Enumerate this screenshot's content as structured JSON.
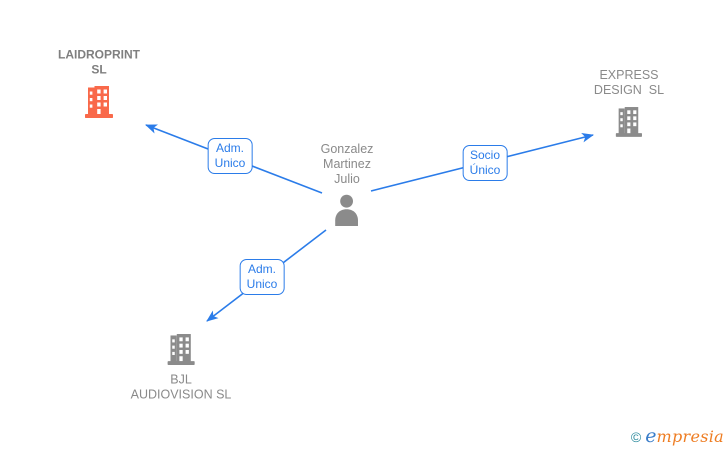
{
  "diagram": {
    "person": {
      "name": "Gonzalez\nMartinez\nJulio"
    },
    "companies": [
      {
        "name": "LAIDROPRINT\nSL",
        "emphasis": true,
        "icon": "building-icon",
        "icon_color": "#f9694a"
      },
      {
        "name": "EXPRESS\nDESIGN  SL",
        "emphasis": false,
        "icon": "building-icon",
        "icon_color": "#8b8b8b"
      },
      {
        "name": "BJL\nAUDIOVISION SL",
        "emphasis": false,
        "icon": "building-icon",
        "icon_color": "#8b8b8b"
      }
    ],
    "relationships": [
      {
        "label": "Adm.\nUnico",
        "from": "Gonzalez Martinez Julio",
        "to": "LAIDROPRINT SL"
      },
      {
        "label": "Socio\nÚnico",
        "from": "Gonzalez Martinez Julio",
        "to": "EXPRESS DESIGN SL"
      },
      {
        "label": "Adm.\nUnico",
        "from": "Gonzalez Martinez Julio",
        "to": "BJL AUDIOVISION SL"
      }
    ],
    "colors": {
      "edge_blue": "#2b7ce9",
      "node_gray": "#8b8b8b",
      "highlight_orange": "#f9694a"
    }
  },
  "watermark": {
    "copyright": "©",
    "brand_initial": "e",
    "brand_rest": "mpresia"
  }
}
